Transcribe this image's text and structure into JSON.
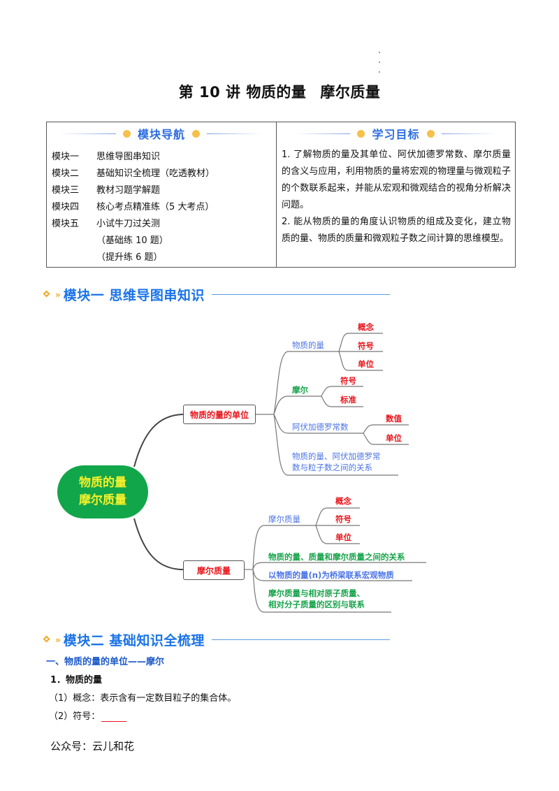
{
  "page": {
    "title_part1": "第 10 讲  物质的量",
    "title_part2": "摩尔质量"
  },
  "module_nav": {
    "heading": "模块导航",
    "items": [
      {
        "key": "模块一",
        "value": "思维导图串知识"
      },
      {
        "key": "模块二",
        "value": "基础知识全梳理（吃透教材）"
      },
      {
        "key": "模块三",
        "value": "教材习题学解题"
      },
      {
        "key": "模块四",
        "value": "核心考点精准练（5 大考点）"
      },
      {
        "key": "模块五",
        "value": "小试牛刀过关测"
      },
      {
        "key": "",
        "value": "（基础练 10 题）"
      },
      {
        "key": "",
        "value": "（提升练 6 题）"
      }
    ]
  },
  "learning_goals": {
    "heading": "学习目标",
    "items": [
      "1. 了解物质的量及其单位、阿伏加德罗常数、摩尔质量的含义与应用，利用物质的量将宏观的物理量与微观粒子的个数联系起来，并能从宏观和微观结合的视角分析解决问题。",
      "2. 能从物质的量的角度认识物质的组成及变化，建立物质的量、物质的质量和微观粒子数之间计算的思维模型。"
    ]
  },
  "section1": {
    "title": "模块一 思维导图串知识"
  },
  "mindmap": {
    "root_line1": "物质的量",
    "root_line2": "摩尔质量",
    "branch1": {
      "label": "物质的量的单位",
      "children": {
        "c1": {
          "label": "物质的量",
          "leaves": [
            "概念",
            "符号",
            "单位"
          ]
        },
        "c2": {
          "label": "摩尔",
          "leaves": [
            "符号",
            "标准"
          ]
        },
        "c3": {
          "label": "阿伏加德罗常数",
          "leaves": [
            "数值",
            "单位"
          ]
        },
        "c4": {
          "line1": "物质的量、阿伏加德罗常",
          "line2": "数与粒子数之间的关系"
        }
      }
    },
    "branch2": {
      "label": "摩尔质量",
      "children": {
        "c1": {
          "label": "摩尔质量",
          "leaves": [
            "概念",
            "符号",
            "单位"
          ]
        },
        "c2": {
          "label": "物质的量、质量和摩尔质量之间的关系"
        },
        "c3": {
          "label": "以物质的量(n)为桥梁联系宏观物质"
        },
        "c4": {
          "line1": "摩尔质量与相对原子质量、",
          "line2": "相对分子质量的区别与联系"
        }
      }
    }
  },
  "section2": {
    "title": "模块二 基础知识全梳理",
    "subheading": "一、物质的量的单位——摩尔",
    "item_title": "1．物质的量",
    "lines": [
      "（1）概念：表示含有一定数目粒子的集合体。",
      "（2）符号："
    ]
  },
  "footer": {
    "text": "公众号：云儿和花"
  }
}
